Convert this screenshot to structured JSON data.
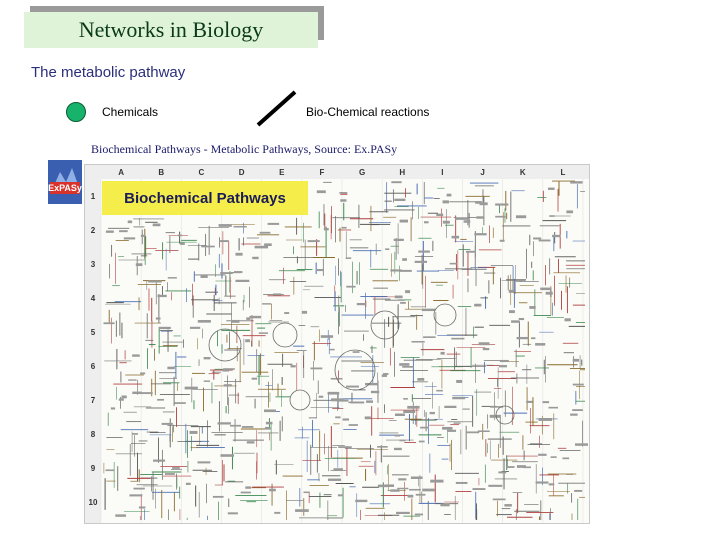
{
  "slide": {
    "title": "Networks in Biology",
    "subtitle": "The metabolic pathway",
    "legend": {
      "chemicals_label": "Chemicals",
      "reactions_label": "Bio-Chemical reactions"
    },
    "caption": "Biochemical Pathways - Metabolic Pathways, Source: Ex.PASy"
  },
  "pathway_map": {
    "banner": "Biochemical Pathways",
    "columns": [
      "A",
      "B",
      "C",
      "D",
      "E",
      "F",
      "G",
      "H",
      "I",
      "J",
      "K",
      "L"
    ],
    "rows": [
      "1",
      "2",
      "3",
      "4",
      "5",
      "6",
      "7",
      "8",
      "9",
      "10"
    ]
  },
  "logo": {
    "text": "ExPASy"
  },
  "colors": {
    "title_bg": "#dff3d8",
    "title_text": "#0a3a18",
    "subtitle_text": "#2b2f7a",
    "chemical_node": "#17b36a",
    "banner_bg": "#f5ee4a"
  }
}
